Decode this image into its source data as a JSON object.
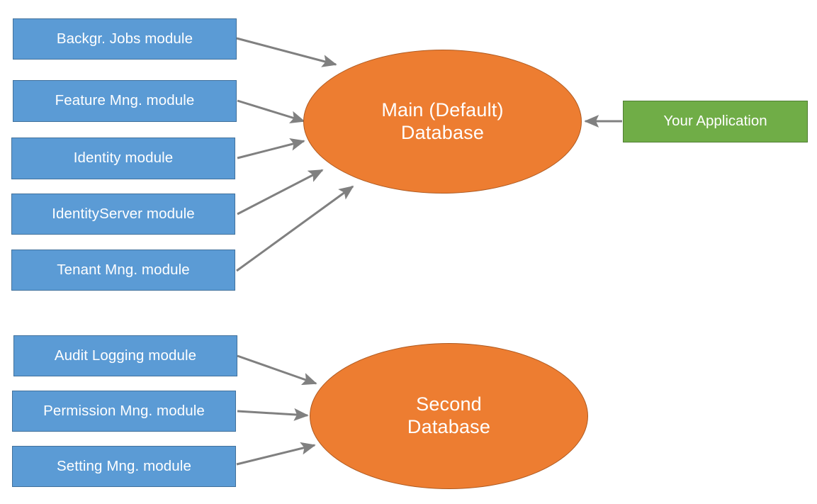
{
  "diagram": {
    "title": "ABP module database mapping diagram",
    "background": "#ffffff",
    "colors": {
      "module_fill": "#5B9BD5",
      "module_border": "#41719C",
      "database_fill": "#ED7D31",
      "database_border": "#AE5A21",
      "application_fill": "#70AD47",
      "application_border": "#507E32",
      "arrow": "#808080",
      "node_text": "#FFFFFF"
    }
  },
  "main_database": {
    "label": "Main (Default)\nDatabase",
    "shape": "ellipse"
  },
  "second_database": {
    "label": "Second\nDatabase",
    "shape": "ellipse"
  },
  "application": {
    "label": "Your Application",
    "shape": "rectangle"
  },
  "main_modules": [
    {
      "label": "Backgr. Jobs module"
    },
    {
      "label": "Feature Mng. module"
    },
    {
      "label": "Identity module"
    },
    {
      "label": "IdentityServer module"
    },
    {
      "label": "Tenant Mng. module"
    }
  ],
  "second_modules": [
    {
      "label": "Audit Logging module"
    },
    {
      "label": "Permission Mng. module"
    },
    {
      "label": "Setting Mng. module"
    }
  ],
  "connections": [
    {
      "from": "Backgr. Jobs module",
      "to": "Main (Default) Database"
    },
    {
      "from": "Feature Mng. module",
      "to": "Main (Default) Database"
    },
    {
      "from": "Identity module",
      "to": "Main (Default) Database"
    },
    {
      "from": "IdentityServer module",
      "to": "Main (Default) Database"
    },
    {
      "from": "Tenant Mng. module",
      "to": "Main (Default) Database"
    },
    {
      "from": "Your Application",
      "to": "Main (Default) Database"
    },
    {
      "from": "Audit Logging module",
      "to": "Second Database"
    },
    {
      "from": "Permission Mng. module",
      "to": "Second Database"
    },
    {
      "from": "Setting Mng. module",
      "to": "Second Database"
    }
  ]
}
